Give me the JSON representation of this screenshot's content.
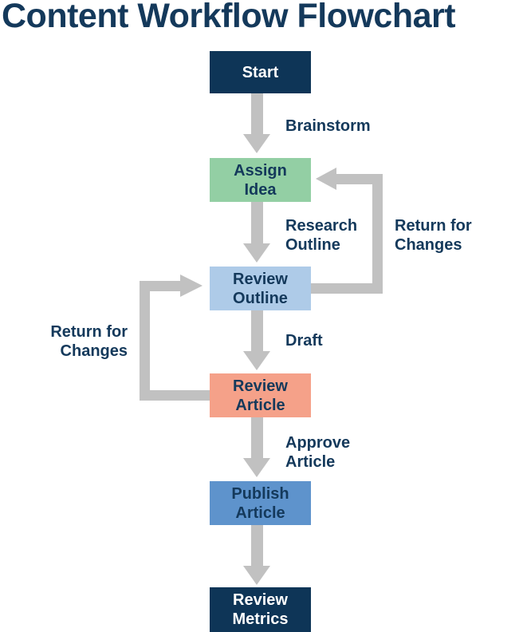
{
  "title": "Content Workflow Flowchart",
  "colors": {
    "navy": "#0E3557",
    "text_navy": "#14395B",
    "green": "#93CFA4",
    "light_blue": "#AECBE8",
    "salmon": "#F5A189",
    "medium_blue": "#5E93CC",
    "arrow_gray": "#C1C1C1",
    "background": "#FFFFFF"
  },
  "nodes": [
    {
      "id": "start",
      "lines": [
        "Start"
      ]
    },
    {
      "id": "assign-idea",
      "lines": [
        "Assign",
        "Idea"
      ]
    },
    {
      "id": "review-outline",
      "lines": [
        "Review",
        "Outline"
      ]
    },
    {
      "id": "review-article",
      "lines": [
        "Review",
        "Article"
      ]
    },
    {
      "id": "publish-article",
      "lines": [
        "Publish",
        "Article"
      ]
    },
    {
      "id": "review-metrics",
      "lines": [
        "Review",
        "Metrics"
      ]
    }
  ],
  "edge_labels": {
    "brainstorm": "Brainstorm",
    "research_outline": [
      "Research",
      "Outline"
    ],
    "return_for_changes_right": [
      "Return for",
      "Changes"
    ],
    "draft": "Draft",
    "return_for_changes_left": [
      "Return for",
      "Changes"
    ],
    "approve_article": [
      "Approve",
      "Article"
    ]
  }
}
